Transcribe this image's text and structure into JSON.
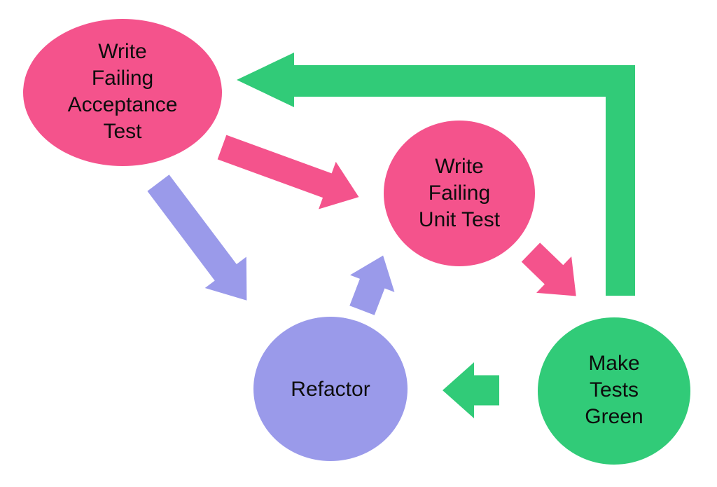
{
  "diagram": {
    "nodes": {
      "acceptance": {
        "label": "Write\nFailing\nAcceptance\nTest",
        "shape": "ellipse",
        "color": "#F4538C"
      },
      "unit": {
        "label": "Write\nFailing\nUnit Test",
        "shape": "circle",
        "color": "#F4538C"
      },
      "green": {
        "label": "Make\nTests\nGreen",
        "shape": "circle",
        "color": "#31CB78"
      },
      "refactor": {
        "label": "Refactor",
        "shape": "circle",
        "color": "#9A9AEA"
      }
    },
    "edges": [
      {
        "from": "write-failing-acceptance-test",
        "to": "write-failing-unit-test",
        "color": "#F4538C"
      },
      {
        "from": "write-failing-unit-test",
        "to": "make-tests-green",
        "color": "#F4538C"
      },
      {
        "from": "make-tests-green",
        "to": "refactor",
        "color": "#31CB78"
      },
      {
        "from": "refactor",
        "to": "write-failing-unit-test",
        "color": "#9A9AEA"
      },
      {
        "from": "write-failing-acceptance-test",
        "to": "refactor",
        "color": "#9A9AEA"
      },
      {
        "from": "make-tests-green",
        "to": "write-failing-acceptance-test",
        "color": "#31CB78"
      }
    ],
    "colors": {
      "pink": "#F4538C",
      "green": "#31CB78",
      "purple": "#9A9AEA",
      "text": "#0D0D0D",
      "background": "#FFFFFF"
    }
  }
}
